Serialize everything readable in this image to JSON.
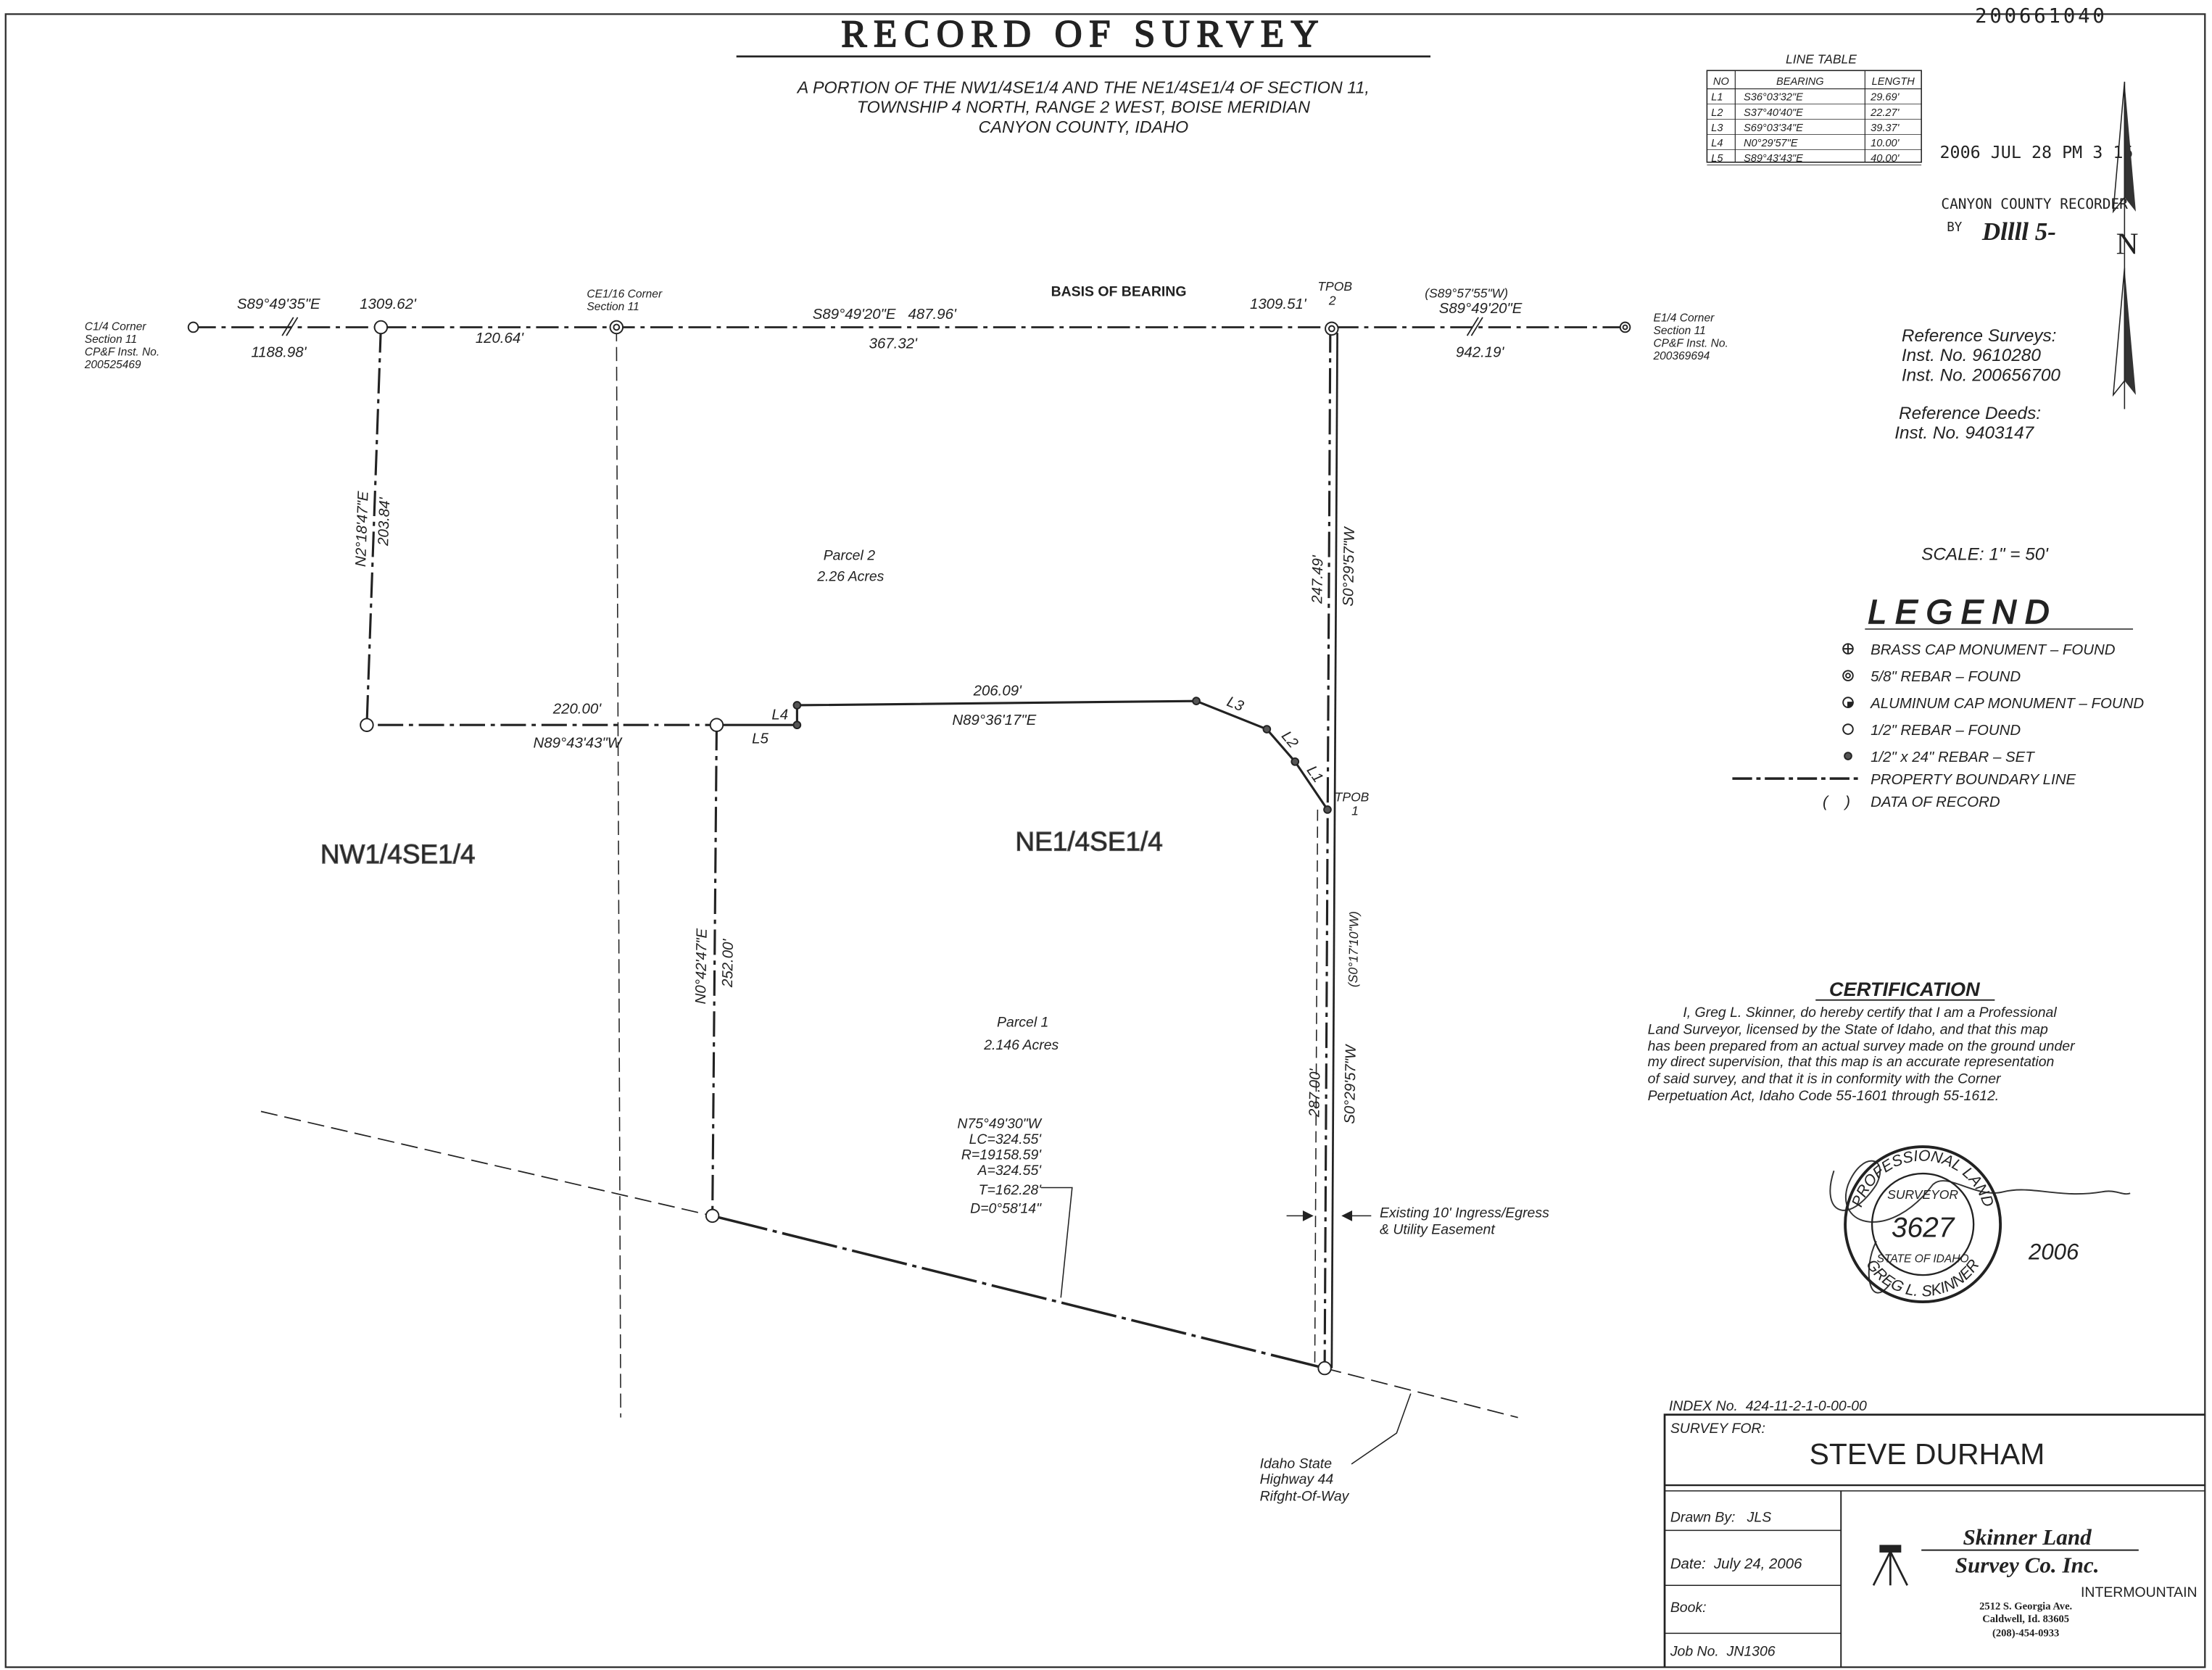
{
  "title": "RECORD OF SURVEY",
  "subtitle_lines": [
    "A PORTION OF THE NW1/4SE1/4 AND THE NE1/4SE1/4 OF SECTION 11,",
    "TOWNSHIP 4 NORTH, RANGE 2 WEST, BOISE MERIDIAN",
    "CANYON COUNTY, IDAHO"
  ],
  "doc_number": "200661040",
  "recording_stamp": {
    "line1": "2006 JUL 28 PM 3 15",
    "line2": "CANYON COUNTY RECORDER",
    "line3": "BY",
    "signature": "Dllll 5-"
  },
  "north_arrow_label": "N",
  "line_table": {
    "title": "LINE TABLE",
    "headers": [
      "NO",
      "BEARING",
      "LENGTH"
    ],
    "rows": [
      [
        "L1",
        "S36°03'32\"E",
        "29.69'"
      ],
      [
        "L2",
        "S37°40'40\"E",
        "22.27'"
      ],
      [
        "L3",
        "S69°03'34\"E",
        "39.37'"
      ],
      [
        "L4",
        "N0°29'57\"E",
        "10.00'"
      ],
      [
        "L5",
        "S89°43'43\"E",
        "40.00'"
      ]
    ]
  },
  "references": {
    "surveys_title": "Reference Surveys:",
    "surveys": [
      "Inst. No. 9610280",
      "Inst. No. 200656700"
    ],
    "deeds_title": "Reference Deeds:",
    "deeds": [
      "Inst. No. 9403147"
    ]
  },
  "scale": "SCALE:  1\" = 50'",
  "legend": {
    "title": "LEGEND",
    "items": [
      {
        "symbol": "brass-cap",
        "label": "BRASS CAP MONUMENT – FOUND"
      },
      {
        "symbol": "rebar-58",
        "label": "5/8\" REBAR – FOUND"
      },
      {
        "symbol": "aluminum-cap",
        "label": "ALUMINUM CAP MONUMENT – FOUND"
      },
      {
        "symbol": "rebar-12",
        "label": "1/2\" REBAR – FOUND"
      },
      {
        "symbol": "rebar-set",
        "label": "1/2\" x 24\" REBAR – SET"
      },
      {
        "symbol": "boundary-line",
        "label": "PROPERTY BOUNDARY LINE"
      },
      {
        "symbol": "parens",
        "label": "DATA OF RECORD"
      }
    ],
    "parens_symbol": "(    )"
  },
  "corners": {
    "c14": [
      "C1/4 Corner",
      "Section 11",
      "CP&F Inst. No.",
      "200525469"
    ],
    "ce116": [
      "CE1/16 Corner",
      "Section 11"
    ],
    "e14": [
      "E1/4 Corner",
      "Section 11",
      "CP&F Inst. No.",
      "200369694"
    ],
    "tpob2": [
      "TPOB",
      "2"
    ],
    "tpob1": [
      "TPOB",
      "1"
    ]
  },
  "basis_of_bearing": "BASIS OF BEARING",
  "labels": {
    "s89_35": "S89°49'35\"E",
    "d1309_62": "1309.62'",
    "d1188_98": "1188.98'",
    "d120_64": "120.64'",
    "s89_20_a": "S89°49'20\"E   487.96'",
    "d367_32": "367.32'",
    "d1309_51": "1309.51'",
    "rec_s89_55": "(S89°57'55\"W)",
    "s89_20_b": "S89°49'20\"E",
    "d942_19": "942.19'",
    "n2_18": "N2°18'47\"E",
    "d203_84": "203.84'",
    "d247_49": "247.49'",
    "s0_29_a": "S0°29'57\"W",
    "rec_s0_17": "(S0°17'10\"W)",
    "d220": "220.00'",
    "n89_43": "N89°43'43\"W",
    "l4": "L4",
    "l5": "L5",
    "d206_09": "206.09'",
    "n89_36": "N89°36'17\"E",
    "l3": "L3",
    "l2": "L2",
    "l1": "L1",
    "n0_42": "N0°42'47\"E",
    "d252": "252.00'",
    "d287": "287.00'",
    "s0_29_b": "S0°29'57\"W"
  },
  "parcels": {
    "p2_name": "Parcel 2",
    "p2_area": "2.26 Acres",
    "p1_name": "Parcel 1",
    "p1_area": "2.146 Acres",
    "nw_label": "NW1/4SE1/4",
    "ne_label": "NE1/4SE1/4"
  },
  "curve": [
    "N75°49'30\"W",
    "LC=324.55'",
    "R=19158.59'",
    "A=324.55'",
    "T=162.28'",
    "D=0°58'14\""
  ],
  "easement": [
    "Existing 10' Ingress/Egress",
    "& Utility Easement"
  ],
  "highway": [
    "Idaho State",
    "Highway 44",
    "Rifght-Of-Way"
  ],
  "certification": {
    "title": "CERTIFICATION",
    "lines": [
      "I, Greg L. Skinner, do hereby certify that I am a Professional",
      "Land Surveyor, licensed by the State of Idaho, and that this map",
      "has been prepared from an actual survey made on the ground under",
      "my direct supervision, that this map is an accurate representation",
      "of said survey, and that it is in conformity with the Corner",
      "Perpetuation Act, Idaho Code 55-1601 through 55-1612."
    ],
    "signature_date": "2006",
    "seal": {
      "outer_top": "PROFESSIONAL LAND",
      "outer_bottom": "GREG L. SKINNER",
      "inner": "SURVEYOR",
      "number": "3627",
      "state": "STATE OF IDAHO"
    }
  },
  "title_block": {
    "index": "INDEX No.  424-11-2-1-0-00-00",
    "survey_for_label": "SURVEY FOR:",
    "client": "STEVE DURHAM",
    "drawn_by": "Drawn By:   JLS",
    "date": "Date:  July 24, 2006",
    "book": "Book:",
    "job": "Job No.  JN1306",
    "company_line1": "Skinner Land",
    "company_line2": "Survey Co. Inc.",
    "address": [
      "2512 S. Georgia Ave.",
      "Caldwell, Id. 83605",
      "(208)-454-0933"
    ],
    "watermark": "INTERMOUNTAIN"
  }
}
